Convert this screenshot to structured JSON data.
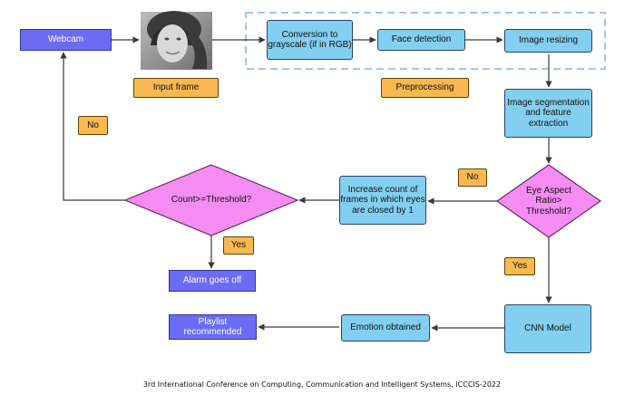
{
  "nodes": {
    "webcam": "Webcam",
    "input_frame": "Input frame",
    "grayscale": "Conversion to grayscale (if in RGB)",
    "face_detection": "Face detection",
    "image_resizing": "Image resizing",
    "preprocessing": "Preprocessing",
    "segmentation": "Image segmentation and feature extraction",
    "ear_decision": "Eye Aspect Ratio> Threshold?",
    "increase_count": "Increase count of frames in which eyes are closed by 1",
    "count_decision": "Count>=Threshold?",
    "alarm": "Alarm goes off",
    "playlist": "Playlist recommended",
    "emotion": "Emotion obtained",
    "cnn": "CNN Model"
  },
  "labels": {
    "no_left": "No",
    "no_right": "No",
    "yes_left": "Yes",
    "yes_right": "Yes"
  },
  "caption": "3rd International Conference on Computing, Communication and Intelligent Systems, ICCCIS-2022",
  "colors": {
    "process": "#82cff1",
    "terminal": "#6b6cf4",
    "decision": "#f58cf3",
    "tag": "#f9b94f",
    "group_border": "#9ec5f0"
  },
  "image": "face-photo"
}
